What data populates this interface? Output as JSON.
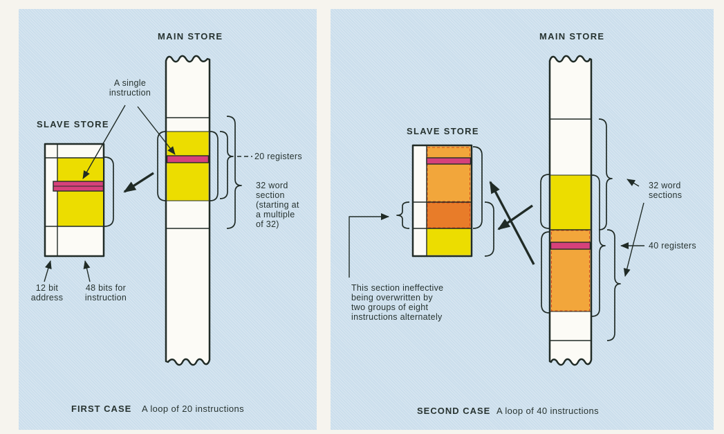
{
  "colors": {
    "paper": "#f6f4ee",
    "panel_blue": "#cbdeec",
    "store_white": "#fcfbf6",
    "yellow": "#ecdd00",
    "amber": "#f2a63b",
    "orange": "#e87c29",
    "pink": "#d6417b",
    "red_dash": "#cf3a18",
    "line": "#202b26",
    "text": "#273330"
  },
  "panel1": {
    "main_store_title": "MAIN STORE",
    "slave_store_title": "SLAVE STORE",
    "single_instruction_label": "A single\ninstruction",
    "registers_label": "20 registers",
    "section_label": "32 word\nsection\n(starting at\na multiple\nof 32)",
    "address_label": "12 bit\naddress",
    "bits_label": "48 bits for\ninstruction",
    "caption_title": "FIRST CASE",
    "caption_text": "A loop of 20 instructions"
  },
  "panel2": {
    "main_store_title": "MAIN STORE",
    "slave_store_title": "SLAVE STORE",
    "sections_label": "32 word\nsections",
    "registers_label": "40 registers",
    "ineffective_label": "This section ineffective\nbeing overwritten by\ntwo groups of eight\ninstructions alternately",
    "caption_title": "SECOND CASE",
    "caption_text": "A loop of 40 instructions"
  }
}
